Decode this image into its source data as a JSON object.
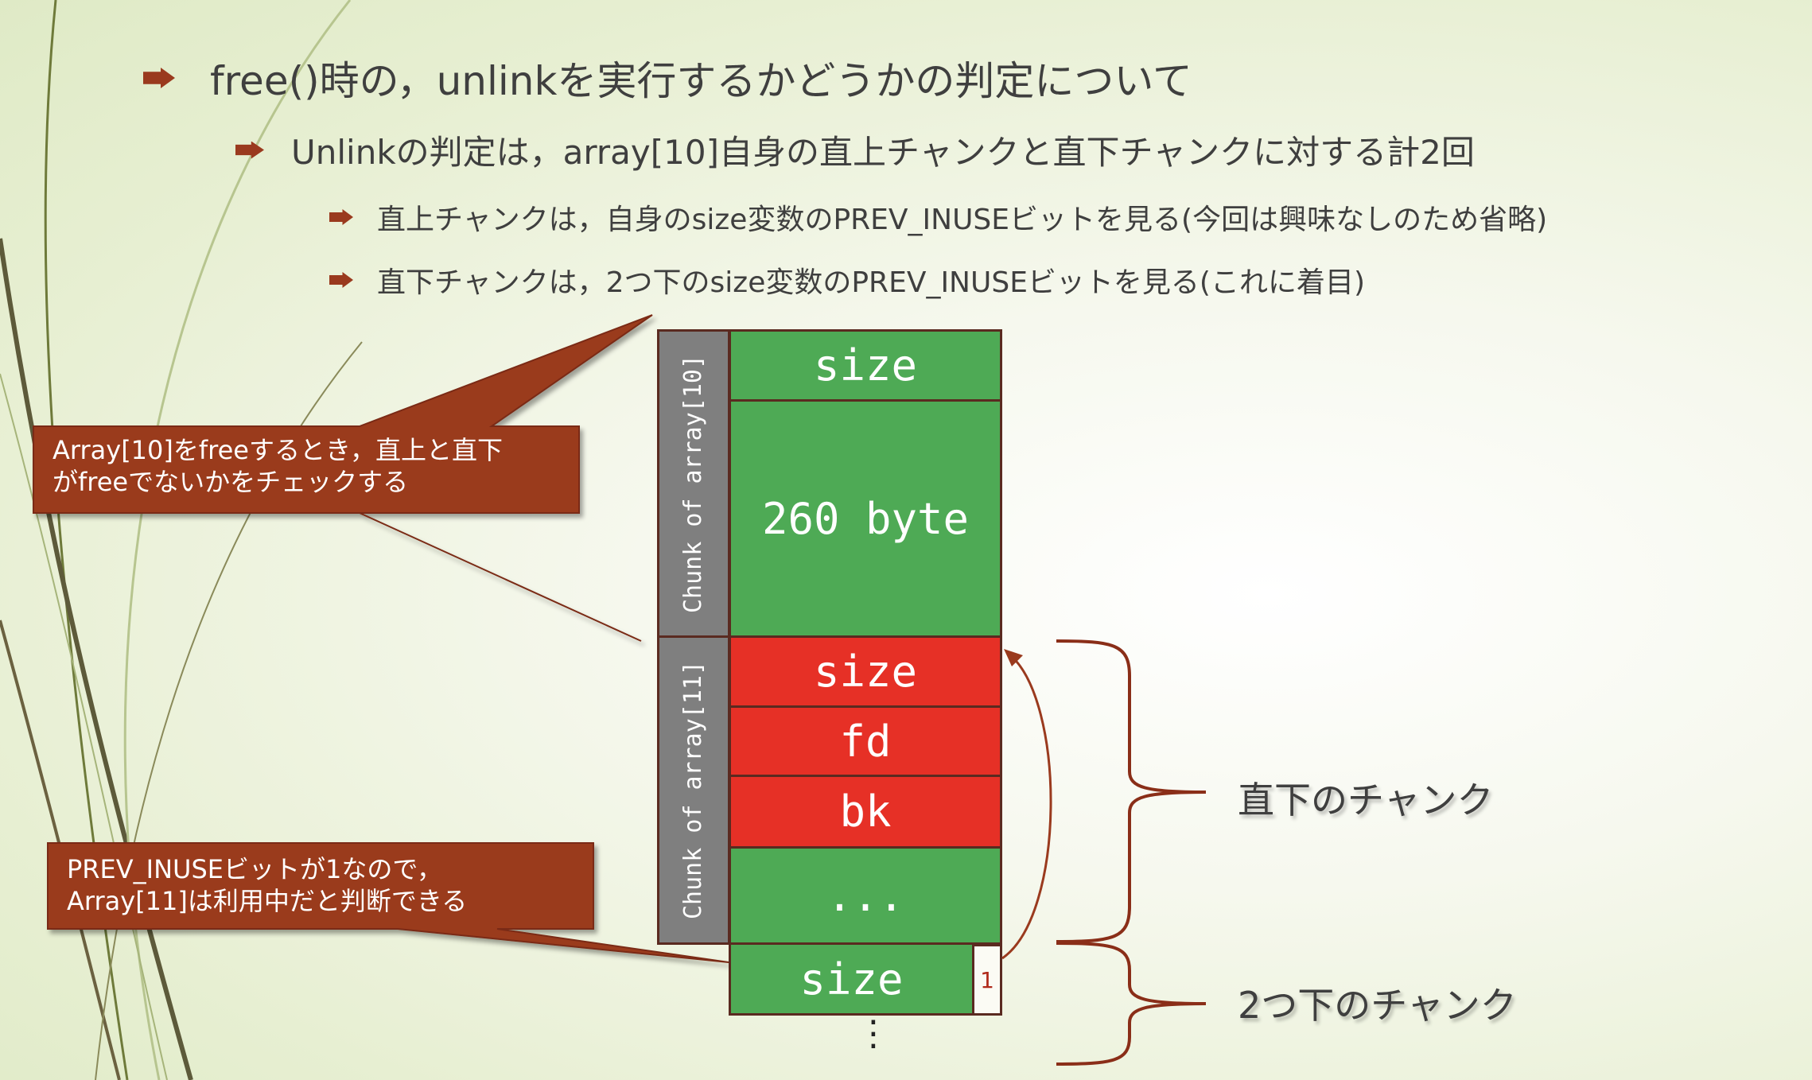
{
  "slide": {
    "bullets": [
      {
        "text": "free()時の，unlinkを実行するかどうかの判定について"
      },
      {
        "text": "Unlinkの判定は，array[10]自身の直上チャンクと直下チャンクに対する計2回"
      },
      {
        "text": "直上チャンクは，自身のsize変数のPREV_INUSEビットを見る(今回は興味なしのため省略)"
      },
      {
        "text": "直下チャンクは，2つ下のsize変数のPREV_INUSEビットを見る(これに着目)"
      }
    ],
    "callouts": [
      {
        "line1": "Array[10]をfreeするとき，直上と直下",
        "line2": "がfreeでないかをチェックする"
      },
      {
        "line1": "PREV_INUSEビットが1なので，",
        "line2": "Array[11]は利用中だと判断できる"
      }
    ],
    "diagram": {
      "chunk10_label": "Chunk of array[10]",
      "chunk11_label": "Chunk of array[11]",
      "cells": {
        "size_top": "size",
        "body_260": "260 byte",
        "size_red": "size",
        "fd": "fd",
        "bk": "bk",
        "dots": "...",
        "size_bottom": "size"
      },
      "prev_inuse_bit": "1",
      "continuation": "⋮",
      "brace_labels": [
        "直下のチャンク",
        "2つ下のチャンク"
      ],
      "colors": {
        "green": "#4eaa55",
        "red": "#e63026",
        "gray": "#7f7f7f",
        "callout": "#9a3a1e",
        "outline": "#5a2a20"
      }
    }
  }
}
